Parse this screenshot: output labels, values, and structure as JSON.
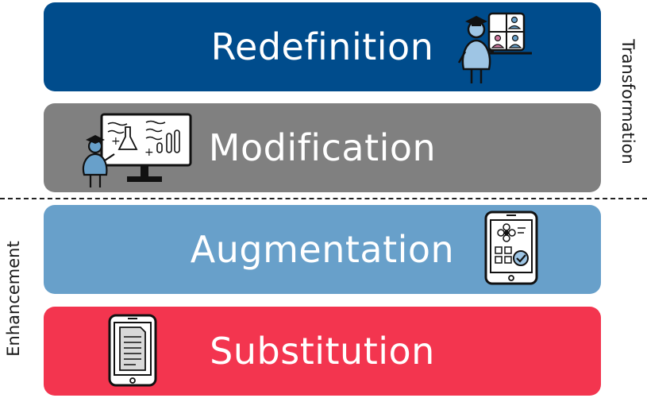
{
  "layers": [
    {
      "title": "Redefinition",
      "color": "#004C8C",
      "illustration": "teacher-video-call-illustration"
    },
    {
      "title": "Modification",
      "color": "#808080",
      "illustration": "teacher-whiteboard-illustration"
    },
    {
      "title": "Augmentation",
      "color": "#68A0CA",
      "illustration": "tablet-interactive-illustration"
    },
    {
      "title": "Substitution",
      "color": "#F3354F",
      "illustration": "tablet-document-illustration"
    }
  ],
  "side_labels": {
    "transformation": "Transformation",
    "enhancement": "Enhancement"
  }
}
